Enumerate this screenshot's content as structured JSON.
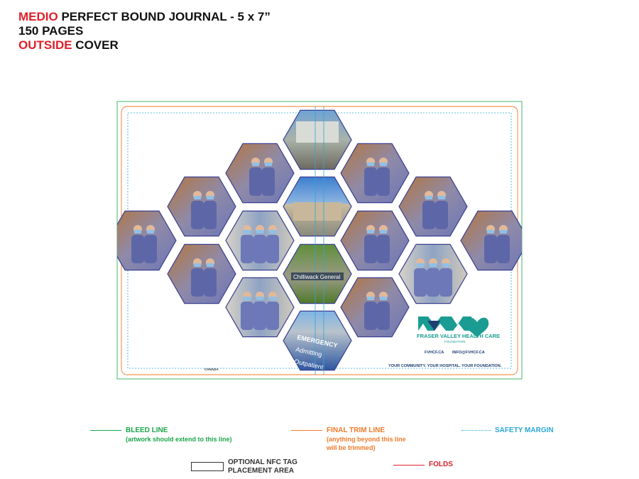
{
  "header": {
    "line1_highlight": "MEDIO",
    "line1_rest": " PERFECT BOUND JOURNAL - 5 x 7”",
    "line2": "150 PAGES",
    "line3_highlight": "OUTSIDE",
    "line3_rest": " COVER"
  },
  "cover": {
    "canada_label": "CANADA",
    "org_name": "FRASER VALLEY HEALTH CARE",
    "org_sub": "FOUNDATION",
    "website": "FVHCF.CA",
    "email": "INFO@FVHCF.CA",
    "tagline": "YOUR COMMUNITY. YOUR HOSPITAL. YOUR FOUNDATION.",
    "sign_words": [
      "EMERGENCY",
      "Admitting",
      "Outpatient"
    ],
    "building_sign": "Chilliwack General",
    "colors": {
      "teal": "#1a9c93",
      "navy": "#1f3f73",
      "scrubs": "#6d78b8"
    }
  },
  "legend": {
    "bleed_title": "BLEED LINE",
    "bleed_note": "(artwork should extend to this line)",
    "trim_title": "FINAL TRIM LINE",
    "trim_note_1": "(anything beyond this line",
    "trim_note_2": "will be trimmed)",
    "safety_title": "SAFETY MARGIN",
    "nfc_title_1": "OPTIONAL NFC TAG",
    "nfc_title_2": "PLACEMENT AREA",
    "folds_title": "FOLDS",
    "colors": {
      "bleed": "#1aa64a",
      "trim": "#f07a2a",
      "safety": "#2aa8d8",
      "folds": "#e0202a"
    }
  }
}
